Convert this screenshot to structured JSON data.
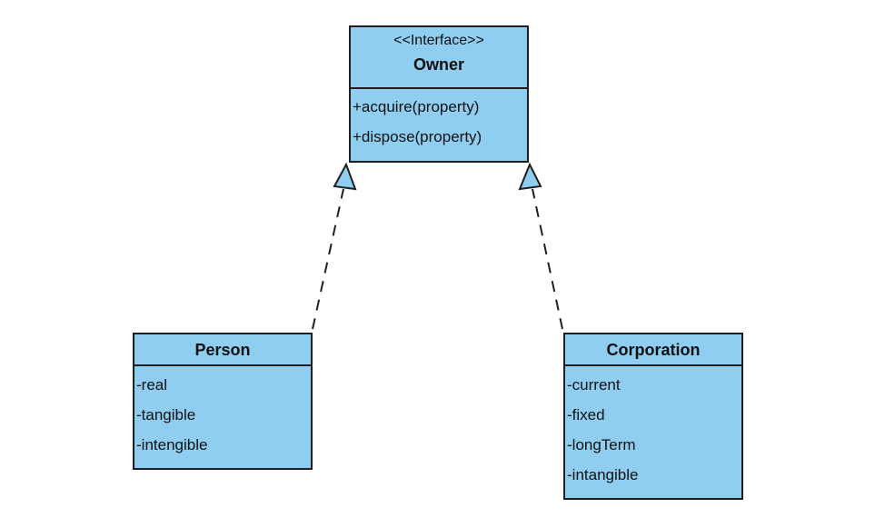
{
  "colors": {
    "class_fill": "#8fcdf1",
    "border": "#1f1f1f",
    "background": "#ffffff"
  },
  "classes": {
    "owner": {
      "stereotype": "<<Interface>>",
      "name": "Owner",
      "members": [
        "+acquire(property)",
        "+dispose(property)"
      ]
    },
    "person": {
      "name": "Person",
      "members": [
        "-real",
        "-tangible",
        "-intengible"
      ]
    },
    "corporation": {
      "name": "Corporation",
      "members": [
        "-current",
        "-fixed",
        "-longTerm",
        "-intangible"
      ]
    }
  },
  "relationships": [
    {
      "type": "realization",
      "from": "person",
      "to": "owner"
    },
    {
      "type": "realization",
      "from": "corporation",
      "to": "owner"
    }
  ]
}
